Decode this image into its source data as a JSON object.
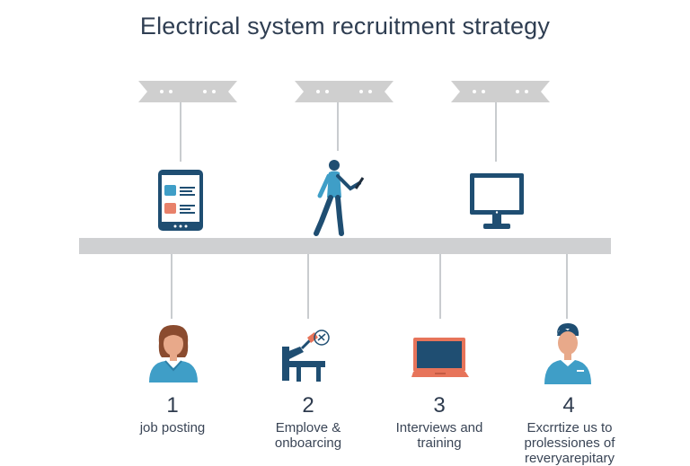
{
  "title": "Electrical system recruitment strategy",
  "ribbons": [
    {
      "text": "• •    • •"
    },
    {
      "text": "• •    • •"
    },
    {
      "text": "• •    • •"
    }
  ],
  "colors": {
    "navy": "#1f4e72",
    "teal": "#3f9ec7",
    "salmon": "#e8816a",
    "orange": "#e7745a",
    "ribbon": "#cfcfcf",
    "bar": "#cfd0d2"
  },
  "top_icons": [
    "tablet-icon",
    "walking-person-icon",
    "monitor-icon"
  ],
  "steps": [
    {
      "number": "1",
      "label": "job posting",
      "icon": "woman-avatar-icon"
    },
    {
      "number": "2",
      "label": "Emplove &\nonboarcing",
      "icon": "desk-lamp-icon"
    },
    {
      "number": "3",
      "label": "Interviews and\ntraining",
      "icon": "laptop-icon"
    },
    {
      "number": "4",
      "label": "Excrrtize us to\nprolessiones of\nreveryarepitary",
      "icon": "man-avatar-icon"
    }
  ]
}
